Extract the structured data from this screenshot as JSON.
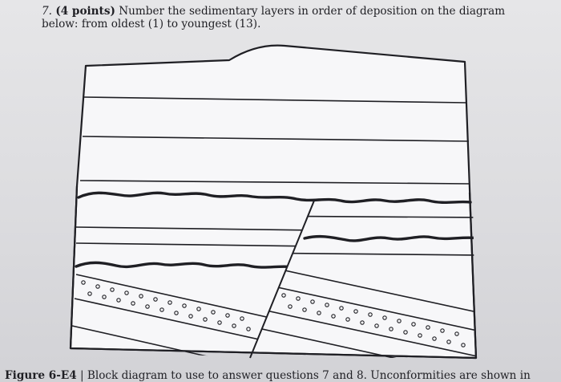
{
  "question": {
    "number": "7.",
    "points": "(4 points)",
    "text": "Number the sedimentary layers in order of deposition on the diagram below: from oldest (1) to youngest (13)."
  },
  "caption": {
    "figure_label": "Figure 6-E4",
    "text": " | Block diagram to use to answer questions 7 and 8. Unconformities are shown in"
  },
  "colors": {
    "ink": "#1f1f24",
    "diagram_fill": "#f7f7f9",
    "paper": "#dcdcdf"
  },
  "diagram": {
    "layer_count": 13,
    "features": [
      "sedimentary-layers",
      "erosional-unconformities",
      "normal-fault",
      "conglomerate-layer"
    ]
  }
}
